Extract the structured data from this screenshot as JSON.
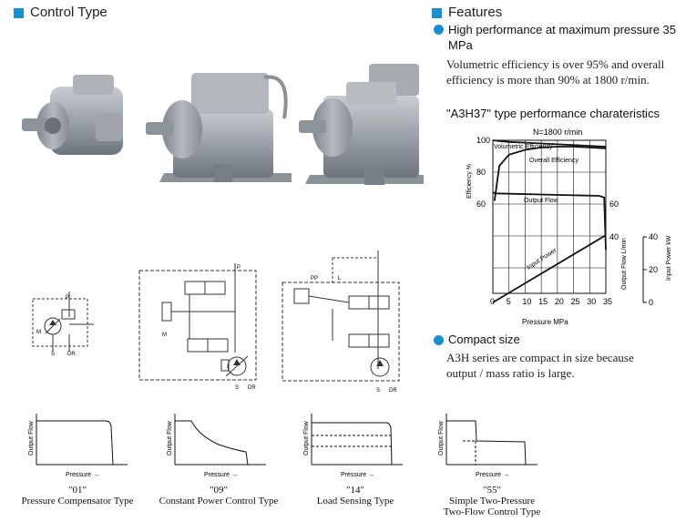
{
  "left_title": "Control Type",
  "right_title": "Features",
  "feature1": {
    "heading": "High performance at maximum pressure 35 MPa",
    "line1": "Volumetric efficiency is over 95% and overall",
    "line2": "efficiency is more than 90% at 1800 r/min."
  },
  "perf_chart_title": "\"A3H37\" type performance charateristics",
  "feature2": {
    "heading": "Compact size",
    "line1": "A3H series are compact in size because",
    "line2": "output / mass ratio is large."
  },
  "types": [
    {
      "code": "\"01\"",
      "name": "Pressure Compensator Type"
    },
    {
      "code": "\"09\"",
      "name": "Constant Power Control Type"
    },
    {
      "code": "\"14\"",
      "name": "Load Sensing Type"
    },
    {
      "code": "\"55\"",
      "name": "Simple Two-Pressure",
      "name2": "Two-Flow Control Type"
    }
  ],
  "mini_chart": {
    "ylabel": "Output Flow",
    "xlabel": "Pressure →"
  },
  "schematic_labels": {
    "p": "P",
    "m": "M",
    "s": "S",
    "dr": "DR",
    "pp": "PP",
    "l": "L"
  },
  "chart_data": {
    "type": "line",
    "title": "N=1800 r/min",
    "xlabel": "Pressure  MPa",
    "x_ticks": [
      "0",
      "5",
      "10",
      "15",
      "20",
      "25",
      "30",
      "35"
    ],
    "xlim": [
      0,
      35
    ],
    "left_axis_label": "Efficiency  %",
    "left_ticks": [
      "100",
      "80",
      "60"
    ],
    "right_flow_label": "Output Flow  L/min",
    "right_flow_ticks": [
      "60",
      "40"
    ],
    "right_power_label": "Input Power  kW",
    "right_power_ticks": [
      "40",
      "20",
      "0"
    ],
    "series": [
      {
        "name": "Volumetric Efficiency",
        "x": [
          0,
          2,
          5,
          10,
          20,
          30,
          35
        ],
        "y": [
          100,
          99.5,
          99,
          98.5,
          97.5,
          96.5,
          96
        ]
      },
      {
        "name": "Overall Efficiency",
        "x": [
          0.5,
          2,
          5,
          10,
          15,
          20,
          25,
          30,
          35
        ],
        "y": [
          62,
          84,
          91,
          94,
          95.5,
          96,
          96,
          95.5,
          95
        ]
      },
      {
        "name": "Output Flow",
        "x": [
          0,
          1,
          33,
          34.5,
          35
        ],
        "y": [
          67,
          66.5,
          65,
          64,
          32
        ]
      },
      {
        "name": "Input Power",
        "x": [
          0,
          35
        ],
        "y": [
          0,
          41
        ]
      }
    ]
  }
}
